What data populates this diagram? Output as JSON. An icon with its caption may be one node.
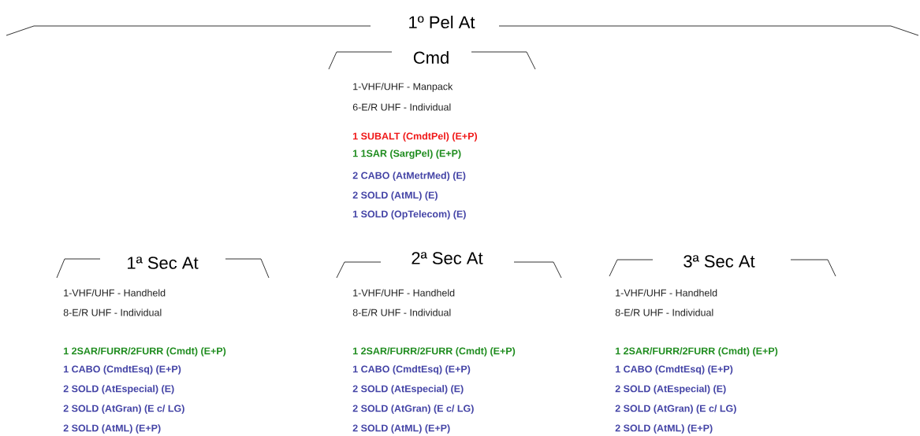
{
  "diagram": {
    "nodes": [
      {
        "text": [
          "1º Pel At"
        ]
      },
      {
        "text": [
          "Cmd",
          "1-VHF/UHF - Manpack",
          "6-E/R UHF - Individual",
          "1 SUBALT (CmdtPel) (E+P)",
          "1 1SAR (SargPel) (E+P)",
          "2 CABO (AtMetrMed) (E)",
          "2 SOLD (AtML) (E)",
          "1 SOLD (OpTelecom) (E)"
        ]
      },
      {
        "text": [
          "1ª Sec At",
          "1-VHF/UHF - Handheld",
          "8-E/R UHF - Individual",
          "1 2SAR/FURR/2FURR (Cmdt) (E+P)",
          "1 CABO (CmdtEsq) (E+P)",
          "2 SOLD (AtEspecial) (E)",
          "2 SOLD (AtGran) (E c/ LG)",
          "2 SOLD (AtML) (E+P)"
        ]
      },
      {
        "text": [
          "2ª Sec At",
          "1-VHF/UHF - Handheld",
          "8-E/R UHF - Individual",
          "1 2SAR/FURR/2FURR (Cmdt) (E+P)",
          "1 CABO (CmdtEsq) (E+P)",
          "2 SOLD (AtEspecial) (E)",
          "2 SOLD (AtGran) (E c/ LG)",
          "2 SOLD (AtML) (E+P)"
        ]
      },
      {
        "text": [
          "3ª Sec At",
          "1-VHF/UHF - Handheld",
          "8-E/R UHF - Individual",
          "1 2SAR/FURR/2FURR (Cmdt) (E+P)",
          "1 CABO (CmdtEsq) (E+P)",
          "2 SOLD (AtEspecial) (E)",
          "2 SOLD (AtGran) (E c/ LG)",
          "2 SOLD (AtML) (E+P)"
        ]
      }
    ]
  }
}
